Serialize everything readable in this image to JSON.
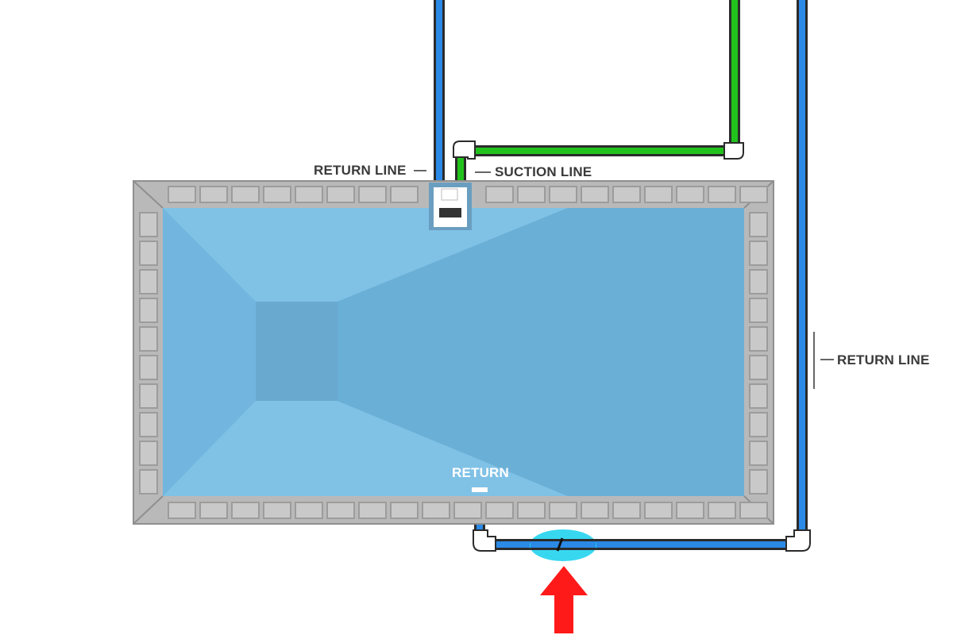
{
  "labels": {
    "return_line_top": "RETURN LINE",
    "suction_line": "SUCTION LINE",
    "return_line_right": "RETURN LINE",
    "return_inlet": "RETURN"
  },
  "colors": {
    "return_pipe": "#2a8ae6",
    "suction_pipe": "#22c21d",
    "pool_water": "#6fb2da",
    "coping": "#c9c9c9",
    "leak_highlight": "#22d3ee",
    "arrow": "#ff1a1a"
  },
  "icons": {
    "skimmer": "skimmer-icon",
    "leak_marker": "leak-highlight",
    "pointer": "red-arrow-icon"
  }
}
